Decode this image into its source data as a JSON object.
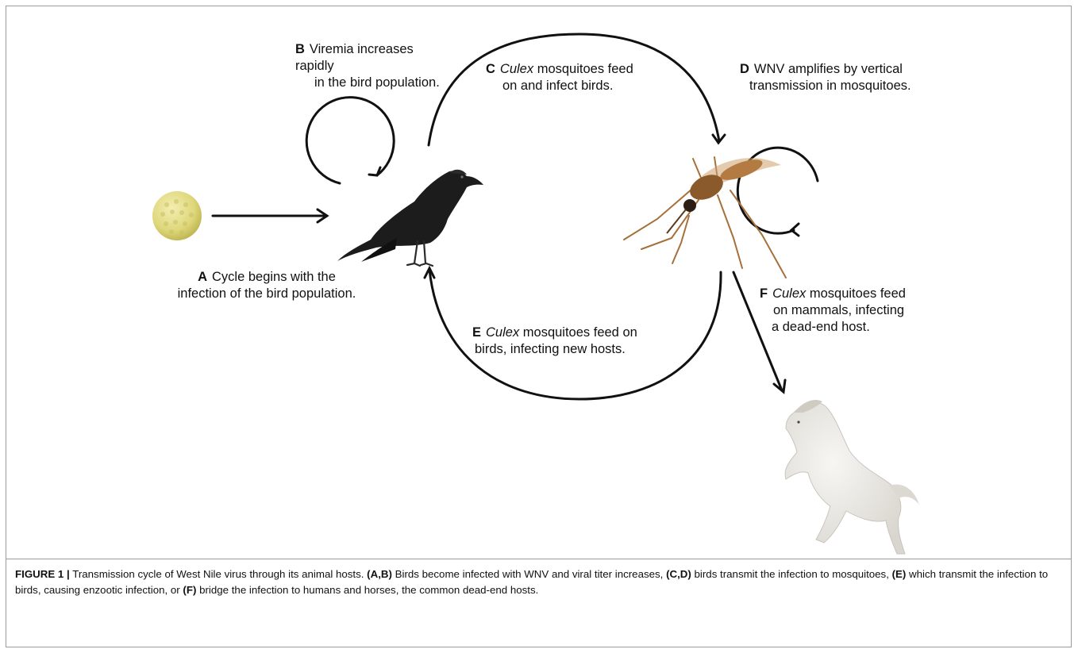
{
  "labels": {
    "a": {
      "letter": "A",
      "line1": "Cycle begins with the",
      "line2": "infection of the bird population."
    },
    "b": {
      "letter": "B",
      "line1": "Viremia increases rapidly",
      "line2": "in the bird population."
    },
    "c": {
      "letter": "C",
      "italic": "Culex",
      "line1_rest": " mosquitoes feed",
      "line2": "on and infect birds."
    },
    "d": {
      "letter": "D",
      "line1": "WNV amplifies by vertical",
      "line2": "transmission in mosquitoes."
    },
    "e": {
      "letter": "E",
      "italic": "Culex",
      "line1_rest": " mosquitoes feed on",
      "line2": "birds, infecting new hosts."
    },
    "f": {
      "letter": "F",
      "italic": "Culex",
      "line1_rest": " mosquitoes feed",
      "line2": "on mammals, infecting",
      "line3": "a dead-end host."
    }
  },
  "caption": {
    "figure_label": "FIGURE 1 |",
    "intro": " Transmission cycle of West Nile virus through its animal hosts. ",
    "p1_ref": "(A,B)",
    "p1_text": " Birds become infected with WNV and viral titer increases, ",
    "p2_ref": "(C,D)",
    "p2_text": " birds transmit the infection to mosquitoes, ",
    "p3_ref": "(E)",
    "p3_text": " which transmit the infection to birds, causing enzootic infection, or ",
    "p4_ref": "(F)",
    "p4_text": " bridge the infection to humans and horses, the common dead-end hosts."
  },
  "colors": {
    "arrow": "#111111",
    "virus": "#ded77a",
    "crow": "#1c1c1c",
    "mosquito": "#8a5a2b",
    "horse": "#e9e7e2"
  }
}
